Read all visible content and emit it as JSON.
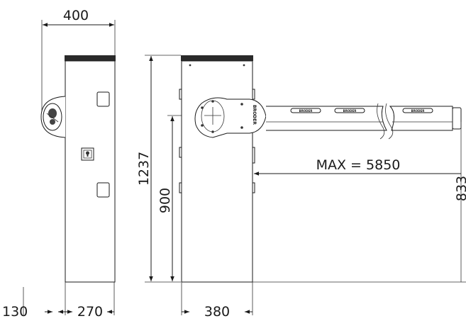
{
  "dimensions": {
    "top_width": "400",
    "total_height": "1237",
    "pivot_height": "900",
    "max_length": "MAX = 5850",
    "beam_height": "833",
    "base_offset": "130",
    "base_width_front": "270",
    "base_width_side": "380"
  },
  "brand": {
    "text": "BRODER",
    "beam_labels": [
      "BRODER",
      "BRODER",
      "BRODER"
    ]
  },
  "colors": {
    "stroke": "#1a1a1a",
    "cap": "#2a2a2a",
    "background": "#ffffff"
  }
}
